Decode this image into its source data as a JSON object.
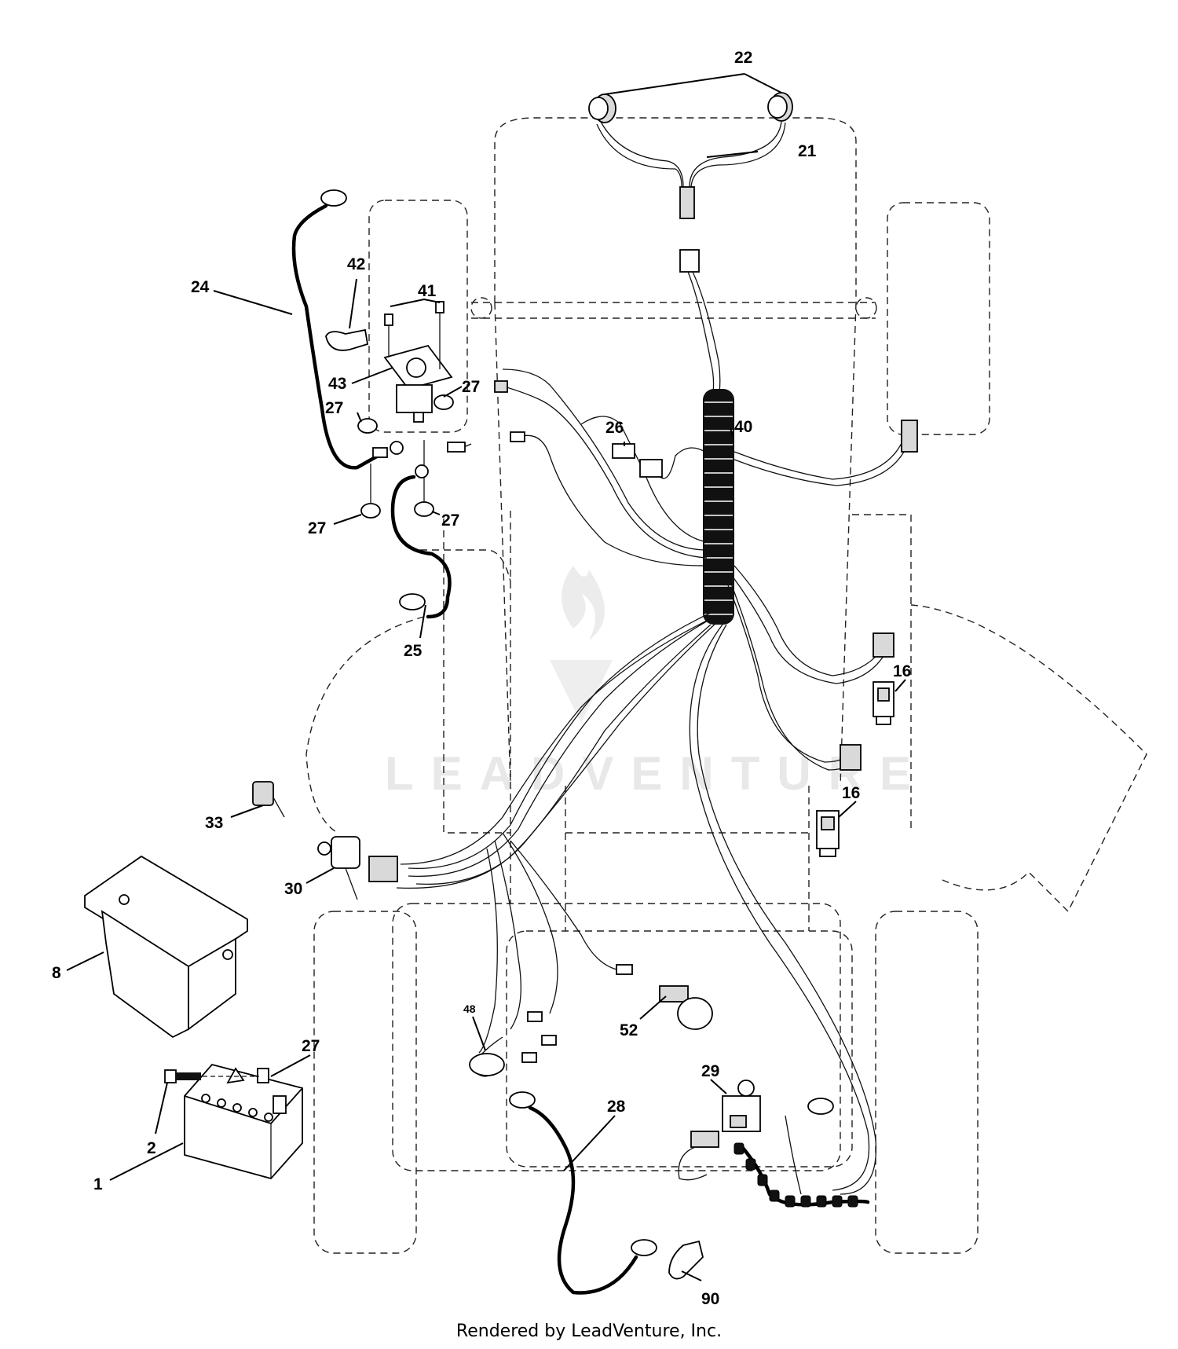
{
  "diagram": {
    "watermark_text": "LEADVENTURE",
    "footer": "Rendered by LeadVenture, Inc.",
    "callouts": {
      "c22": "22",
      "c21": "21",
      "c24": "24",
      "c42": "42",
      "c41": "41",
      "c43": "43",
      "c27a": "27",
      "c27b": "27",
      "c27c": "27",
      "c27d": "27",
      "c27e": "27",
      "c26": "26",
      "c40": "40",
      "c25": "25",
      "c16a": "16",
      "c16b": "16",
      "c33": "33",
      "c30": "30",
      "c8": "8",
      "c48": "48",
      "c52": "52",
      "c29": "29",
      "c28": "28",
      "c2": "2",
      "c1": "1",
      "c90": "90"
    }
  }
}
